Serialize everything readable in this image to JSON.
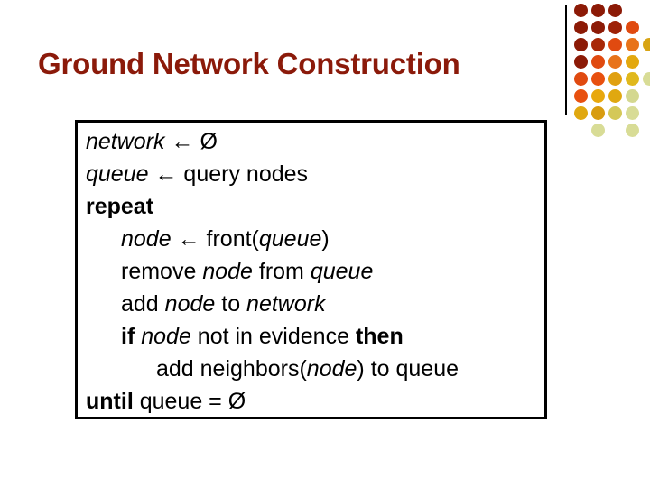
{
  "slide": {
    "title": "Ground Network Construction",
    "title_color": "#8B1A0A",
    "background_color": "#ffffff"
  },
  "decoration": {
    "vertical_rule_color": "#000000",
    "dot_grid": {
      "columns": 5,
      "rows": 8,
      "cell_size": 19,
      "dot_size": 15,
      "cells": [
        {
          "row": 0,
          "col": 0,
          "color": "#8C1A06"
        },
        {
          "row": 0,
          "col": 1,
          "color": "#8C1A06"
        },
        {
          "row": 0,
          "col": 2,
          "color": "#8C1A06"
        },
        {
          "row": 1,
          "col": 0,
          "color": "#8C1A06"
        },
        {
          "row": 1,
          "col": 1,
          "color": "#8C1A06"
        },
        {
          "row": 1,
          "col": 2,
          "color": "#9E2208"
        },
        {
          "row": 1,
          "col": 3,
          "color": "#E04A10"
        },
        {
          "row": 2,
          "col": 0,
          "color": "#8C1A06"
        },
        {
          "row": 2,
          "col": 1,
          "color": "#A82808"
        },
        {
          "row": 2,
          "col": 2,
          "color": "#E04A10"
        },
        {
          "row": 2,
          "col": 3,
          "color": "#E8731A"
        },
        {
          "row": 2,
          "col": 4,
          "color": "#D8A414"
        },
        {
          "row": 3,
          "col": 0,
          "color": "#8C1A06"
        },
        {
          "row": 3,
          "col": 1,
          "color": "#E04A10"
        },
        {
          "row": 3,
          "col": 2,
          "color": "#E8731A"
        },
        {
          "row": 3,
          "col": 3,
          "color": "#E3A80E"
        },
        {
          "row": 4,
          "col": 0,
          "color": "#E04A10"
        },
        {
          "row": 4,
          "col": 1,
          "color": "#E8500F"
        },
        {
          "row": 4,
          "col": 2,
          "color": "#E0A010"
        },
        {
          "row": 4,
          "col": 3,
          "color": "#E0B81C"
        },
        {
          "row": 4,
          "col": 4,
          "color": "#D8DC96"
        },
        {
          "row": 5,
          "col": 0,
          "color": "#E8500F"
        },
        {
          "row": 5,
          "col": 1,
          "color": "#E8A80E"
        },
        {
          "row": 5,
          "col": 2,
          "color": "#E0A810"
        },
        {
          "row": 5,
          "col": 3,
          "color": "#D4D890"
        },
        {
          "row": 6,
          "col": 1,
          "color": "#D89C10"
        },
        {
          "row": 6,
          "col": 2,
          "color": "#D4C858"
        },
        {
          "row": 6,
          "col": 3,
          "color": "#D8DC96"
        },
        {
          "row": 6,
          "col": 0,
          "color": "#E0A810"
        },
        {
          "row": 7,
          "col": 1,
          "color": "#D8DC96"
        },
        {
          "row": 7,
          "col": 3,
          "color": "#D8DC96"
        }
      ]
    }
  },
  "algorithm": {
    "border_color": "#000000",
    "text_color": "#000000",
    "lines": [
      {
        "id": "line-network-init",
        "indent": 0,
        "tokens": [
          {
            "text": "network",
            "style": "var"
          },
          {
            "text": " ",
            "style": "pl"
          },
          {
            "text": "←",
            "style": "arrow"
          },
          {
            "text": " ",
            "style": "pl"
          },
          {
            "text": "Ø",
            "style": "pl"
          }
        ]
      },
      {
        "id": "line-queue-init",
        "indent": 0,
        "tokens": [
          {
            "text": "queue",
            "style": "var"
          },
          {
            "text": " ",
            "style": "pl"
          },
          {
            "text": "←",
            "style": "arrow"
          },
          {
            "text": " query nodes",
            "style": "pl"
          }
        ]
      },
      {
        "id": "line-repeat",
        "indent": 0,
        "tokens": [
          {
            "text": "repeat",
            "style": "kw"
          }
        ]
      },
      {
        "id": "line-node-front",
        "indent": 1,
        "tokens": [
          {
            "text": "node",
            "style": "var"
          },
          {
            "text": " ",
            "style": "pl"
          },
          {
            "text": "←",
            "style": "arrow"
          },
          {
            "text": " front(",
            "style": "pl"
          },
          {
            "text": "queue",
            "style": "var"
          },
          {
            "text": ")",
            "style": "pl"
          }
        ]
      },
      {
        "id": "line-remove-node",
        "indent": 1,
        "tokens": [
          {
            "text": "remove ",
            "style": "pl"
          },
          {
            "text": "node",
            "style": "var"
          },
          {
            "text": " from ",
            "style": "pl"
          },
          {
            "text": "queue",
            "style": "var"
          }
        ]
      },
      {
        "id": "line-add-node",
        "indent": 1,
        "tokens": [
          {
            "text": "add ",
            "style": "pl"
          },
          {
            "text": "node",
            "style": "var"
          },
          {
            "text": " to ",
            "style": "pl"
          },
          {
            "text": "network",
            "style": "var"
          }
        ]
      },
      {
        "id": "line-if-evidence",
        "indent": 1,
        "tokens": [
          {
            "text": "if",
            "style": "kw"
          },
          {
            "text": " ",
            "style": "pl"
          },
          {
            "text": "node",
            "style": "var"
          },
          {
            "text": " not in evidence ",
            "style": "pl"
          },
          {
            "text": "then",
            "style": "kw"
          }
        ]
      },
      {
        "id": "line-add-neighbors",
        "indent": 2,
        "tokens": [
          {
            "text": "add neighbors(",
            "style": "pl"
          },
          {
            "text": "node",
            "style": "var"
          },
          {
            "text": ") to queue",
            "style": "pl"
          }
        ]
      },
      {
        "id": "line-until",
        "indent": 0,
        "tokens": [
          {
            "text": "until",
            "style": "kw"
          },
          {
            "text": " queue = Ø",
            "style": "pl"
          }
        ]
      }
    ]
  }
}
